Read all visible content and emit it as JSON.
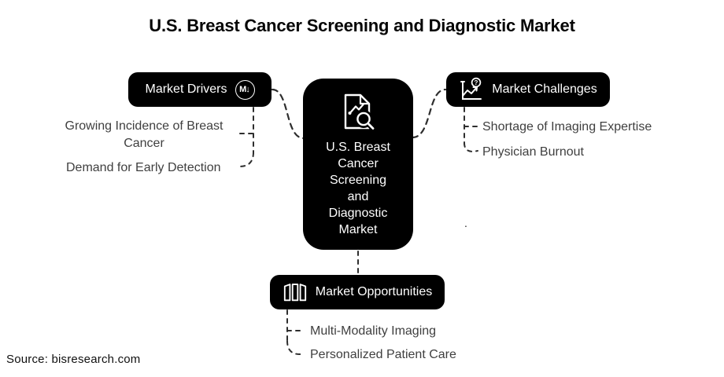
{
  "title": "U.S. Breast Cancer Screening and Diagnostic Market",
  "center": {
    "label": "U.S. Breast Cancer Screening and Diagnostic Market",
    "lines": [
      "U.S. Breast",
      "Cancer",
      "Screening",
      "and",
      "Diagnostic",
      "Market"
    ],
    "icon": "document-chart-magnifier-icon"
  },
  "branches": {
    "drivers": {
      "label": "Market Drivers",
      "icon": "circled-m-down-arrow-icon",
      "items": [
        "Growing Incidence of Breast Cancer",
        "Demand for Early Detection"
      ]
    },
    "challenges": {
      "label": "Market Challenges",
      "icon": "line-chart-question-icon",
      "items": [
        "Shortage of Imaging Expertise",
        "Physician Burnout"
      ]
    },
    "opportunities": {
      "label": "Market Opportunities",
      "icon": "column-panels-icon",
      "items": [
        "Multi-Modality Imaging",
        "Personalized Patient Care"
      ]
    }
  },
  "icons": {
    "drivers_glyph": "M↓",
    "challenges_question": "?"
  },
  "stray_dot": ".",
  "source": "Source: bisresearch.com",
  "colors": {
    "node_bg": "#000000",
    "node_text": "#ffffff",
    "item_text": "#3f3f3f",
    "connector": "#2e2e2e",
    "background": "#ffffff"
  }
}
